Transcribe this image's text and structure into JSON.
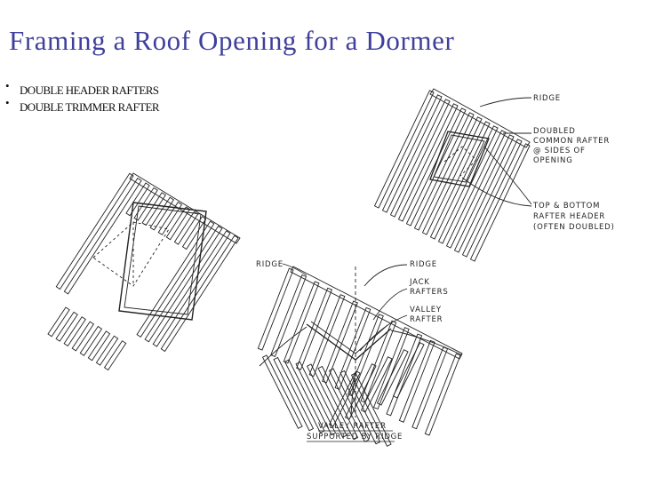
{
  "title": "Framing a Roof Opening for a Dormer",
  "bullets": [
    "DOUBLE HEADER RAFTERS",
    "DOUBLE TRIMMER RAFTER"
  ],
  "figure_top_right": {
    "labels": {
      "ridge": "RIDGE",
      "doubled_1": "DOUBLED",
      "doubled_2": "COMMON RAFTER",
      "doubled_3": "@ SIDES OF",
      "doubled_4": "OPENING",
      "header_1": "TOP & BOTTOM",
      "header_2": "RAFTER HEADER",
      "header_3": "(OFTEN DOUBLED)"
    }
  },
  "figure_bottom": {
    "labels": {
      "ridge_left": "RIDGE",
      "ridge_right": "RIDGE",
      "jack_1": "JACK",
      "jack_2": "RAFTERS",
      "valley_1": "VALLEY",
      "valley_2": "RAFTER",
      "caption_1": "VALLEY RAFTER",
      "caption_2": "SUPPORTED BY RIDGE"
    }
  }
}
